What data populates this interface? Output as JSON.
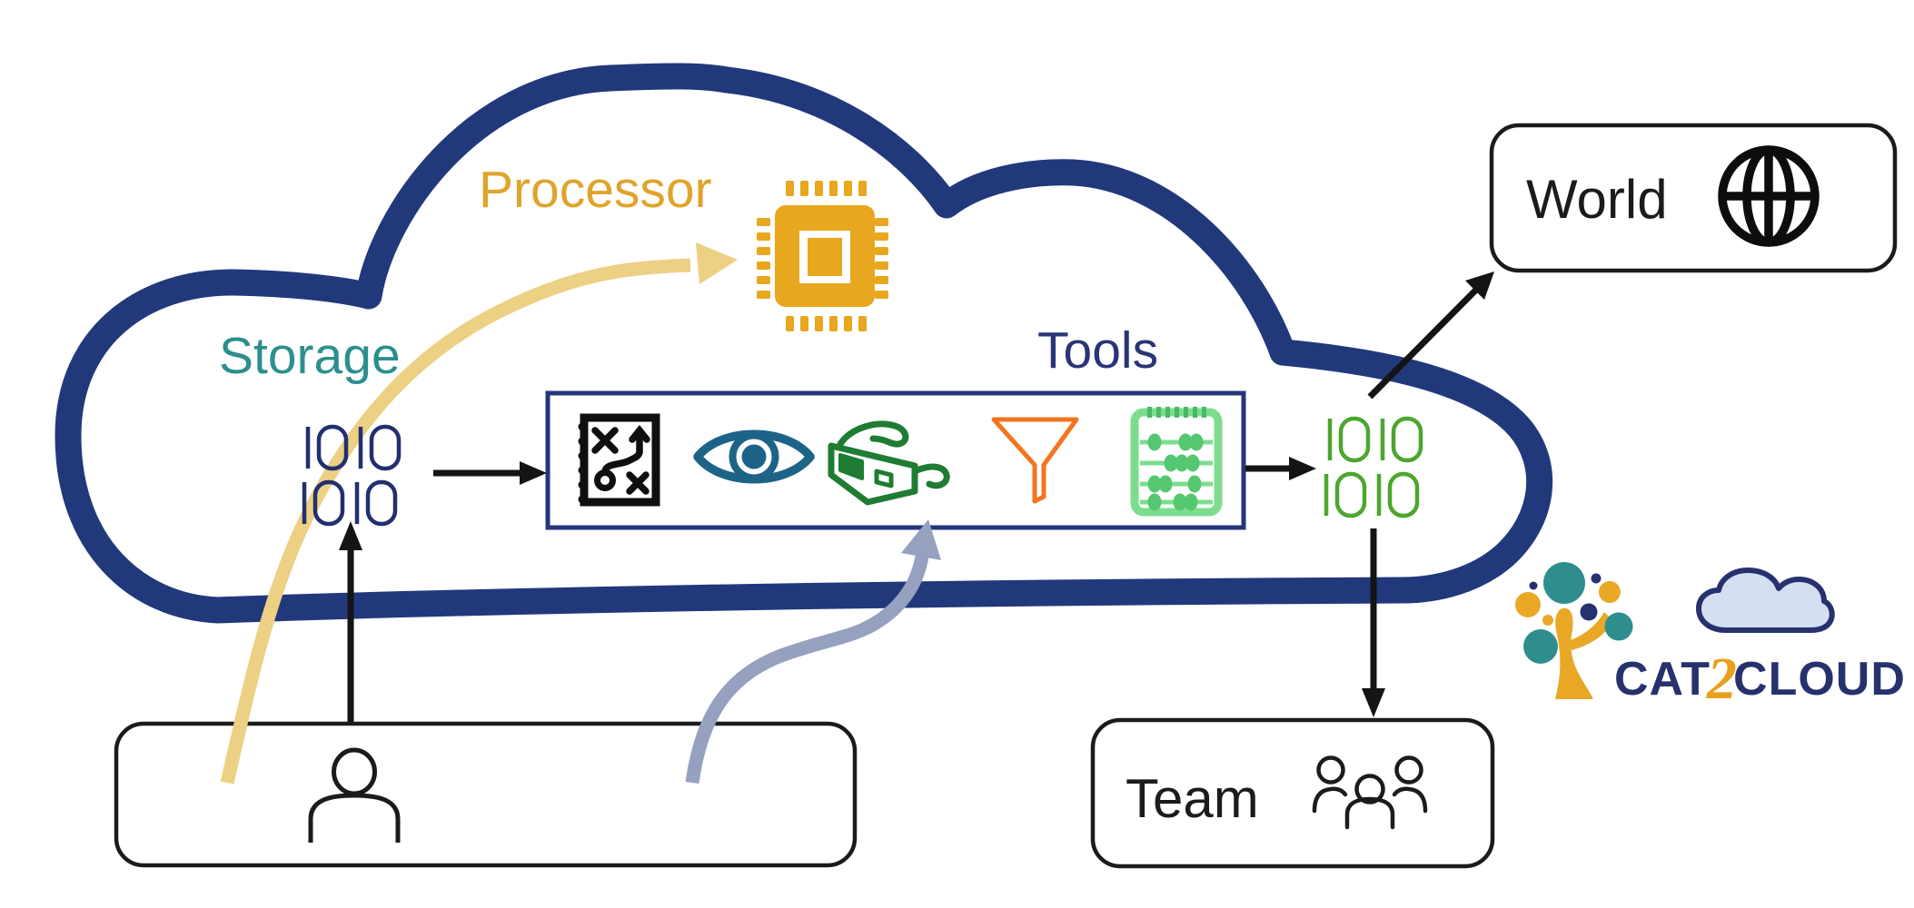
{
  "diagram": {
    "cloud": {
      "outline_color": "#21397B",
      "processor": {
        "label": "Processor",
        "icon": "cpu-chip-icon",
        "color": "#E0A42C"
      },
      "storage": {
        "label": "Storage",
        "binary": "1010 1010",
        "color": "#2C8F8D",
        "binary_color": "#232F6F"
      },
      "tools": {
        "label": "Tools",
        "color": "#2A3577",
        "icons": [
          "strategy-playbook-icon",
          "eye-icon",
          "3d-glasses-icon",
          "funnel-icon",
          "abacus-icon"
        ],
        "icon_colors": {
          "playbook": "#0f0f0f",
          "eye": "#1D6387",
          "glasses": "#1F7C33",
          "funnel": "#F4741F",
          "abacus": "#7CDD8F"
        }
      },
      "output": {
        "binary": "1010 1010",
        "binary_color": "#4CA62F"
      }
    },
    "nodes": {
      "user": {
        "icon": "person-icon"
      },
      "world": {
        "label": "World",
        "icon": "globe-icon"
      },
      "team": {
        "label": "Team",
        "icon": "people-group-icon"
      }
    },
    "arrows": {
      "user_to_processor": {
        "color": "#ECD084"
      },
      "user_to_tools": {
        "color": "#96A1BF"
      },
      "user_to_storage": {
        "color": "#141414"
      },
      "storage_to_tools": {
        "color": "#141414"
      },
      "tools_to_output": {
        "color": "#141414"
      },
      "output_to_world": {
        "color": "#141414"
      },
      "output_to_team": {
        "color": "#141414"
      }
    },
    "logo": {
      "name": "CAT2CLOUD",
      "parts": {
        "p1": "CAT",
        "p2": "2",
        "p3": "CLOUD"
      },
      "colors": {
        "navy": "#27316E",
        "gold": "#E8A11C",
        "teal": "#2E8E8E",
        "trunk_gold": "#E8A826",
        "cloud_fill": "#D5DFF2"
      }
    }
  }
}
